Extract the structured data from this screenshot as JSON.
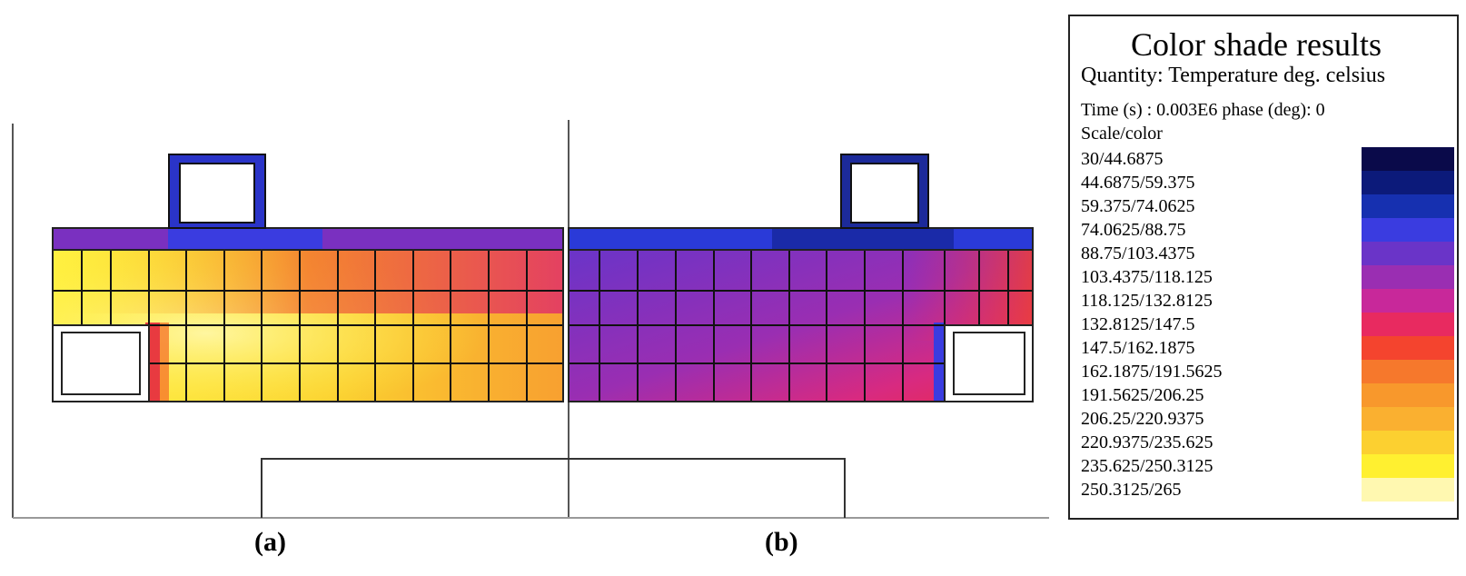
{
  "panels": {
    "a": {
      "label": "(a)"
    },
    "b": {
      "label": "(b)"
    }
  },
  "legend": {
    "title": "Color shade results",
    "quantity": "Quantity: Temperature deg. celsius",
    "time": "Time (s) : 0.003E6 phase (deg): 0",
    "scale_header": "Scale/color",
    "ranges": [
      {
        "label": "30/44.6875",
        "color": "#0a0a4a"
      },
      {
        "label": "44.6875/59.375",
        "color": "#0c1a7a"
      },
      {
        "label": "59.375/74.0625",
        "color": "#1630b0"
      },
      {
        "label": "74.0625/88.75",
        "color": "#3a3ce0"
      },
      {
        "label": "88.75/103.4375",
        "color": "#6a34c8"
      },
      {
        "label": "103.4375/118.125",
        "color": "#9a2eb2"
      },
      {
        "label": "118.125/132.8125",
        "color": "#c8289a"
      },
      {
        "label": "132.8125/147.5",
        "color": "#e82a60"
      },
      {
        "label": "147.5/162.1875",
        "color": "#f4442e"
      },
      {
        "label": "162.1875/191.5625",
        "color": "#f6782c"
      },
      {
        "label": "191.5625/206.25",
        "color": "#f8982c"
      },
      {
        "label": "206.25/220.9375",
        "color": "#fab030"
      },
      {
        "label": "220.9375/235.625",
        "color": "#fcd030"
      },
      {
        "label": "235.625/250.3125",
        "color": "#fff030"
      },
      {
        "label": "250.3125/265",
        "color": "#fff8b0"
      }
    ]
  }
}
